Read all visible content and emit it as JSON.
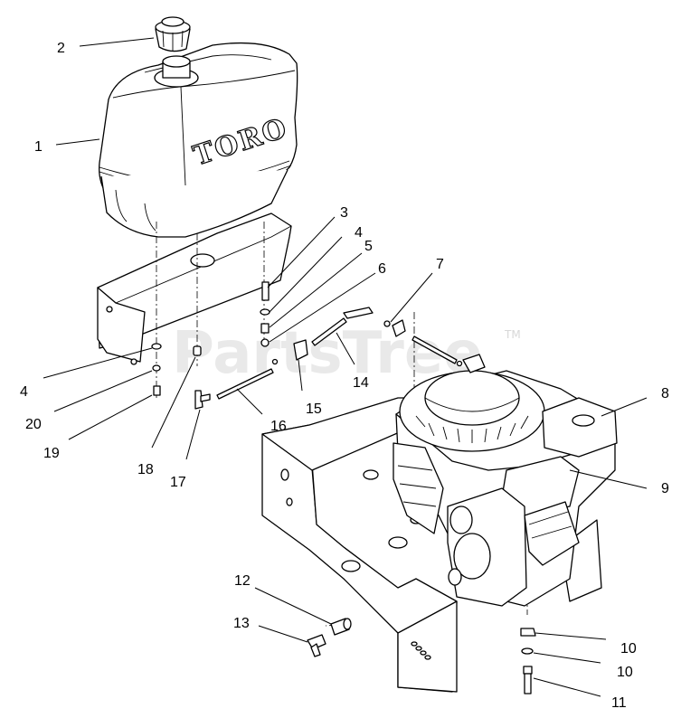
{
  "brand": "TORO",
  "watermark": {
    "text": "PartsTree",
    "tm": "TM"
  },
  "callouts": [
    {
      "id": "c1",
      "label": "1"
    },
    {
      "id": "c2",
      "label": "2"
    },
    {
      "id": "c3",
      "label": "3"
    },
    {
      "id": "c4a",
      "label": "4"
    },
    {
      "id": "c5",
      "label": "5"
    },
    {
      "id": "c6",
      "label": "6"
    },
    {
      "id": "c7",
      "label": "7"
    },
    {
      "id": "c8",
      "label": "8"
    },
    {
      "id": "c9",
      "label": "9"
    },
    {
      "id": "c4b",
      "label": "4"
    },
    {
      "id": "c20",
      "label": "20"
    },
    {
      "id": "c19",
      "label": "19"
    },
    {
      "id": "c18",
      "label": "18"
    },
    {
      "id": "c17",
      "label": "17"
    },
    {
      "id": "c16",
      "label": "16"
    },
    {
      "id": "c15",
      "label": "15"
    },
    {
      "id": "c14",
      "label": "14"
    },
    {
      "id": "c12",
      "label": "12"
    },
    {
      "id": "c13",
      "label": "13"
    },
    {
      "id": "c10a",
      "label": "10"
    },
    {
      "id": "c10b",
      "label": "10"
    },
    {
      "id": "c11",
      "label": "11"
    }
  ]
}
